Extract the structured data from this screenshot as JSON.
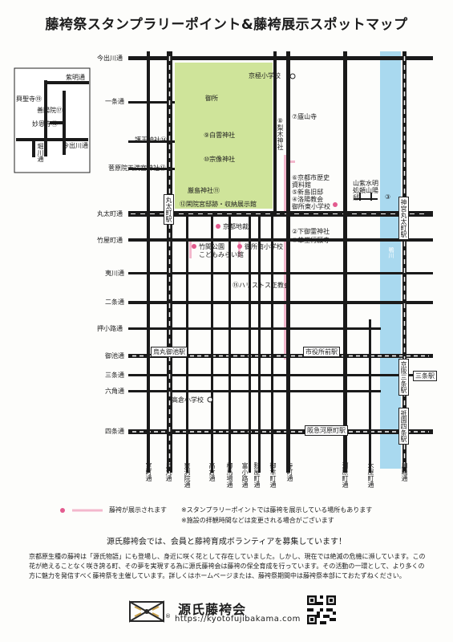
{
  "title": "藤袴祭スタンプラリーポイント&藤袴展示スポットマップ",
  "roads_ew": [
    {
      "id": "imadegawa",
      "label": "今出川通"
    },
    {
      "id": "ichijo",
      "label": "一条通"
    },
    {
      "id": "goo",
      "label": "護王神社⑭"
    },
    {
      "id": "sugawara",
      "label": "菅原院天満宮神社⑬"
    },
    {
      "id": "marutamachi",
      "label": "丸太町通"
    },
    {
      "id": "takeyamachi",
      "label": "竹屋町通"
    },
    {
      "id": "ebisugawa",
      "label": "夷川通"
    },
    {
      "id": "nijo",
      "label": "二条通"
    },
    {
      "id": "oshikoji",
      "label": "押小路通"
    },
    {
      "id": "oike",
      "label": "御池通"
    },
    {
      "id": "sanjo",
      "label": "三条通"
    },
    {
      "id": "rokkaku",
      "label": "六角通"
    },
    {
      "id": "shijo",
      "label": "四条通"
    }
  ],
  "roads_ns": [
    {
      "id": "muromachi",
      "label": "室町通"
    },
    {
      "id": "karasuma",
      "label": "烏丸通"
    },
    {
      "id": "higashinotoin",
      "label": "東洞院通"
    },
    {
      "id": "takakura",
      "label": "高倉通"
    },
    {
      "id": "yanaginobamba",
      "label": "柳馬場通"
    },
    {
      "id": "tominokoji",
      "label": "富小路通"
    },
    {
      "id": "fuyacho",
      "label": "麩屋町通"
    },
    {
      "id": "gokomachi",
      "label": "御幸町通"
    },
    {
      "id": "teramachi",
      "label": "寺町通"
    },
    {
      "id": "kawaramachi",
      "label": "河原町通"
    },
    {
      "id": "kiyamachi",
      "label": "木屋町通"
    },
    {
      "id": "kawabata",
      "label": "川端通"
    }
  ],
  "places": {
    "kyogoku": "京極小学校",
    "gosho": "御所",
    "rozanji": "⑦廬山寺",
    "nashinoki": "⑧梨木神社",
    "hakuun": "⑨白雲神社",
    "munakata": "⑩宗像神社",
    "itsukushima": "厳島神社⑪",
    "kankyu": "⑫閑院宮邸跡・収納展示館",
    "rekishi": "⑥京都市歴史資料館",
    "niijima": "⑤新島旧邸",
    "rakuyo": "④洛陽教会",
    "goshohigashi": "御所東小学校",
    "sanshisui": "山紫水明処頼山陽邸",
    "point3": "③",
    "shimogoryo": "②下御霊神社",
    "gyoganji": "①革堂行願寺",
    "chikadaiichi": "京都地裁",
    "takema": "竹間公園",
    "kodomo": "こどもみらい館",
    "goshominami": "御所南小学校",
    "harisutosu": "⑮ハリストス正教会",
    "kamogawa": "鴨川",
    "takakura_school": "高倉小学校"
  },
  "stations": {
    "marutamachi": "丸太町駅",
    "jingu": "神宮丸太町駅",
    "karasuma_oike": "烏丸御池駅",
    "shiyakusho": "市役所前駅",
    "keihan_sanjo": "京阪三条駅",
    "sanjo": "三条駅",
    "gion": "祇園四条駅",
    "kawaramachi": "阪急河原町駅"
  },
  "inset": {
    "shomyo": "紫明通",
    "kosho": "興聖寺⑲",
    "hoyoin": "善陽院⑰",
    "myoonji": "妙恩寺⑱",
    "imadegawa": "今出川通",
    "horikawa": "堀川通"
  },
  "legend": {
    "marker_text": "藤袴が展示されます",
    "note1": "※スタンプラリーポイントでは藤袴を展示している場所もあります",
    "note2": "※施設の拝観時間などは変更される場合がございます"
  },
  "recruit": "源氏藤袴会では、会員と藤袴育成ボランティアを募集しています！",
  "description": "京都原生種の藤袴は「源氏物語」にも登場し、身近に咲く花として存在していました。しかし、現在では絶滅の危機に瀕しています。この花が絶えることなく咲き誇る町、その夢を実現する為に源氏藤袴会は藤袴の保全育成を行っています。その活動の一環として、より多くの方に魅力を発信すべく藤袴祭を主催しています。詳しくはホームページまたは、藤袴祭期間中は藤袴祭本部にておたずねください。",
  "logo": {
    "name": "源氏藤袴会",
    "url": "https://kyotofujibakama.com",
    "registered": "®"
  },
  "colors": {
    "park": "#cfe49a",
    "river": "#a9d9ef",
    "marker": "#e35b8f",
    "exhibit_line": "#f3b7cc",
    "road": "#1a1a1a"
  }
}
